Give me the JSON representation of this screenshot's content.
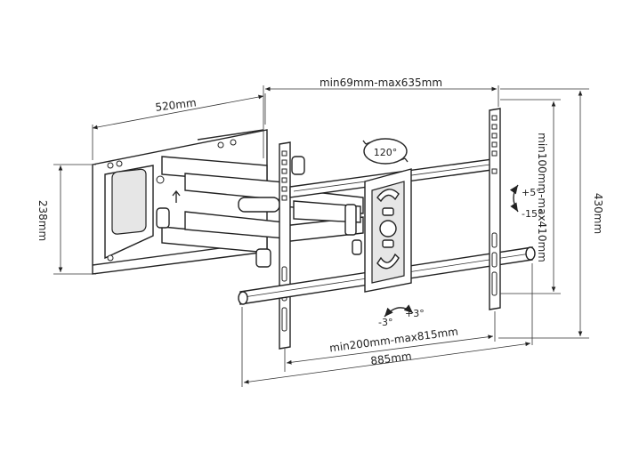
{
  "dimensions": {
    "arm_extension": "min69mm-max635mm",
    "plate_width": "520mm",
    "plate_height": "238mm",
    "bracket_height": "430mm",
    "vesa_vertical": "min100mm-max410mm",
    "vesa_horizontal": "min200mm-max815mm",
    "total_width": "885mm"
  },
  "angles": {
    "swivel": "120°",
    "tilt_up": "+5°",
    "tilt_down": "-15°",
    "rotate_left": "-3°",
    "rotate_right": "+3°"
  }
}
